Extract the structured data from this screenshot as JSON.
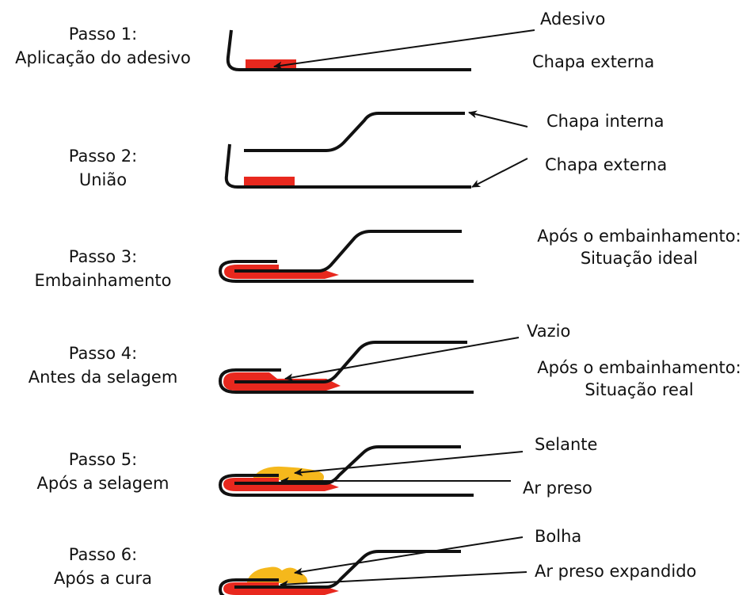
{
  "steps": [
    {
      "title": "Passo 1:",
      "desc": "Aplicação do adesivo"
    },
    {
      "title": "Passo 2:",
      "desc": "União"
    },
    {
      "title": "Passo 3:",
      "desc": "Embainhamento"
    },
    {
      "title": "Passo 4:",
      "desc": "Antes da selagem"
    },
    {
      "title": "Passo 5:",
      "desc": "Após a selagem"
    },
    {
      "title": "Passo 6:",
      "desc": "Após a cura"
    }
  ],
  "labels": {
    "adesivo": "Adesivo",
    "chapa_externa_1": "Chapa externa",
    "chapa_interna": "Chapa interna",
    "chapa_externa_2": "Chapa externa",
    "ideal_1": "Após o embainhamento:",
    "ideal_2": "Situação ideal",
    "vazio": "Vazio",
    "real_1": "Após o embainhamento:",
    "real_2": "Situação real",
    "selante": "Selante",
    "ar_preso": "Ar preso",
    "bolha": "Bolha",
    "ar_preso_expandido": "Ar preso expandido"
  },
  "colors": {
    "sheet": "#111111",
    "adhesive": "#e8281e",
    "sealant": "#f5b81c"
  }
}
